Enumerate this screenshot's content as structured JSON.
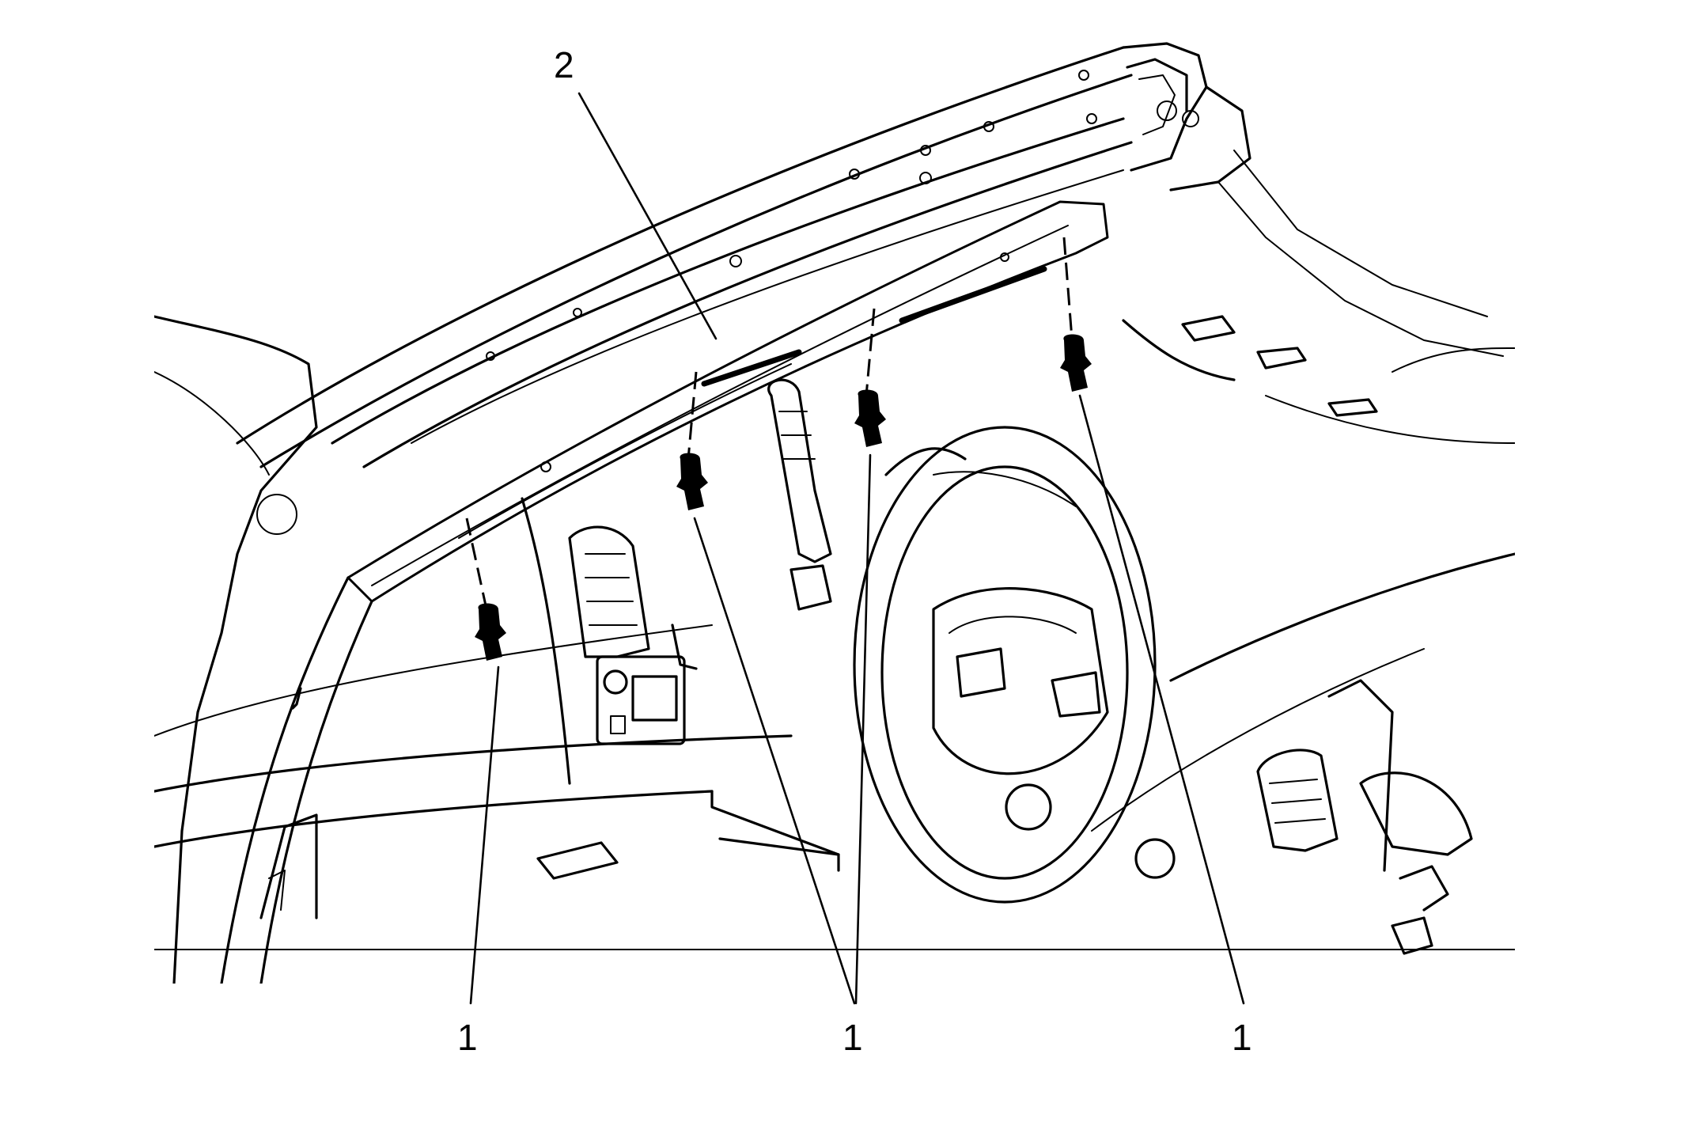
{
  "callouts": {
    "trim_label": "2",
    "clip_left_label": "1",
    "clip_middle_label": "1",
    "clip_right_label": "1"
  }
}
